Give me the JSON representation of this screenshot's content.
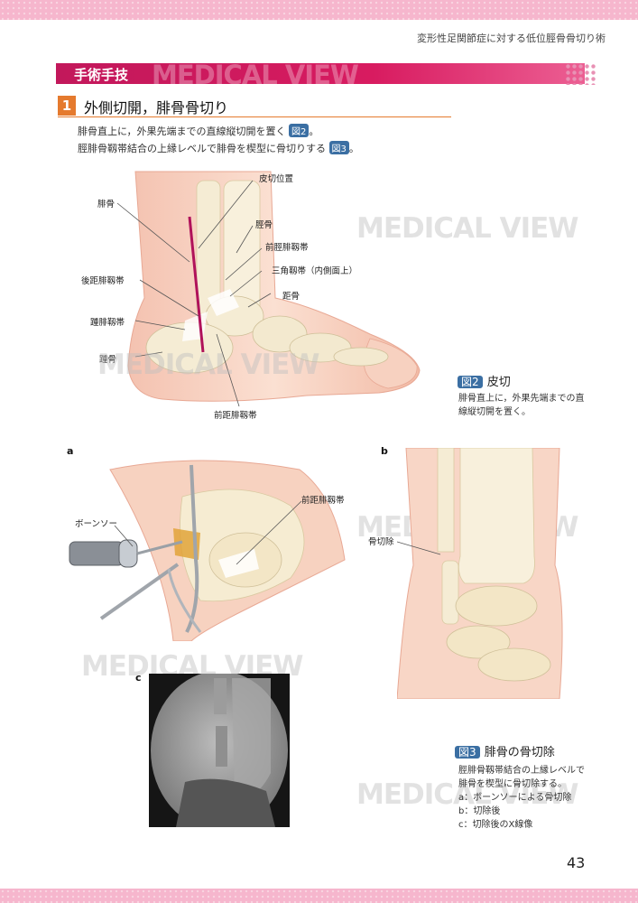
{
  "running_head": "変形性足関節症に対する低位脛骨骨切り術",
  "section": {
    "title": "手術手技",
    "watermark": "MEDICAL VIEW"
  },
  "step": {
    "number": "1",
    "title": "外側切開，腓骨骨切り"
  },
  "body": {
    "line1": "腓骨直上に，外果先端までの直線縦切開を置く",
    "line1_ref": "図2",
    "line1_end": "。",
    "line2": "脛腓骨靱帯結合の上縁レベルで腓骨を楔型に骨切りする",
    "line2_ref": "図3",
    "line2_end": "。"
  },
  "fig2_labels": {
    "incision": "皮切位置",
    "fibula": "腓骨",
    "tibia": "脛骨",
    "ant_tibiofib": "前脛腓靱帯",
    "post_talofib": "後距腓靱帯",
    "deltoid": "三角靱帯（内側面上）",
    "talus": "距骨",
    "calcaneofib": "踵腓靱帯",
    "calcaneus": "踵骨",
    "ant_talofib": "前距腓靱帯"
  },
  "fig2_caption": {
    "label": "図2",
    "title": "皮切",
    "line1": "腓骨直上に，外果先端までの直",
    "line2": "線縦切開を置く。"
  },
  "fig3_panels": {
    "a": "a",
    "b": "b",
    "c": "c",
    "a_label_saw": "ボーンソー",
    "a_label_ligament": "前距腓靱帯",
    "b_label_resect": "骨切除"
  },
  "fig3_caption": {
    "label": "図3",
    "title": "腓骨の骨切除",
    "line1": "脛腓骨靱帯結合の上縁レベルで",
    "line2": "腓骨を楔型に骨切除する。",
    "line3": "a：ボーンソーによる骨切除",
    "line4": "b：切除後",
    "line5": "c：切除後のX線像"
  },
  "watermarks": [
    "MEDICAL VIEW",
    "MEDICAL VIEW",
    "MEDICAL VIEW",
    "MEDICAL VIEW",
    "MEDICAL VIEW"
  ],
  "page_number": "43",
  "colors": {
    "accent": "#c2185b",
    "step": "#e57a2e",
    "figref": "#3b6fa3",
    "band": "#f6b6cd"
  }
}
